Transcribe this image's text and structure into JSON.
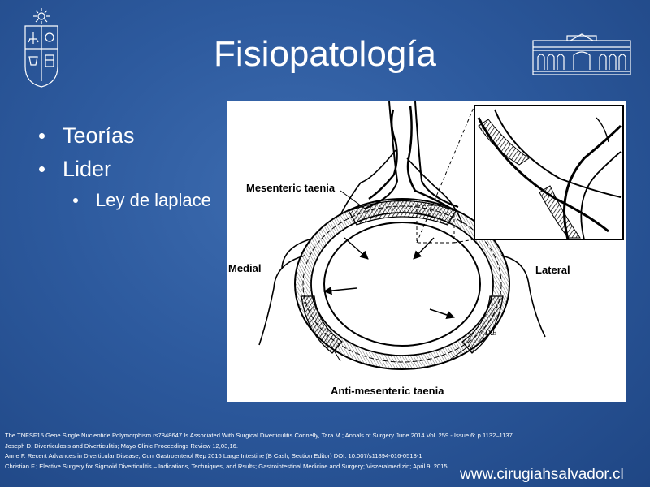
{
  "slide": {
    "title": "Fisiopatología",
    "bullets": [
      {
        "text": "Teorías",
        "level": 1
      },
      {
        "text": "Lider",
        "level": 1
      },
      {
        "text": "Ley de laplace",
        "level": 2
      }
    ]
  },
  "diagram": {
    "labels": {
      "mesenteric": "Mesenteric taenia",
      "medial": "Medial",
      "lateral": "Lateral",
      "antimesenteric": "Anti-mesenteric taenia",
      "signature": "D.E"
    }
  },
  "references": [
    "The TNFSF15 Gene Single Nucleotide Polymorphism rs7848647 Is Associated With Surgical Diverticulitis Connelly, Tara M.; Annals of Surgery June 2014 Vol. 259 - Issue 6: p 1132–1137",
    "Joseph D. Diverticulosis and Diverticulitis; Mayo Clinic Proceedings Review 12,03,16.",
    "Anne F. Recent Advances in Diverticular Disease; Curr Gastroenterol Rep 2016 Large Intestine (B Cash, Section Editor) DOI: 10.007/s11894-016-0513-1",
    "Christian F.; Elective Surgery for Sigmoid Diverticulitis – Indications, Techniques, and Rsults; Gastrointestinal Medicine and Surgery; Viszeralmedizin; April 9, 2015"
  ],
  "footer": {
    "website": "www.cirugiahsalvador.cl"
  },
  "colors": {
    "background": "#2d5a9e",
    "text": "#ffffff"
  }
}
